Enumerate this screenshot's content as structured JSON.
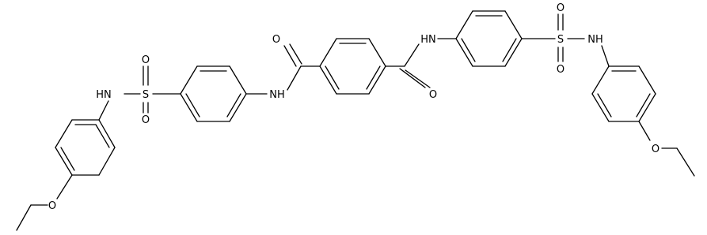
{
  "molecule": {
    "labels": {
      "nh_left_sulfonamide": "HN",
      "s_left": "S",
      "o_left_sulfonyl_top": "O",
      "o_left_sulfonyl_bottom": "O",
      "o_left_ether": "O",
      "nh_left_amide": "NH",
      "o_left_carbonyl": "O",
      "o_right_carbonyl": "O",
      "nh_right_amide": "HN",
      "s_right": "S",
      "o_right_sulfonyl_top": "O",
      "o_right_sulfonyl_bottom": "O",
      "nh_right_sulfonamide": "NH",
      "o_right_ether": "O"
    }
  }
}
